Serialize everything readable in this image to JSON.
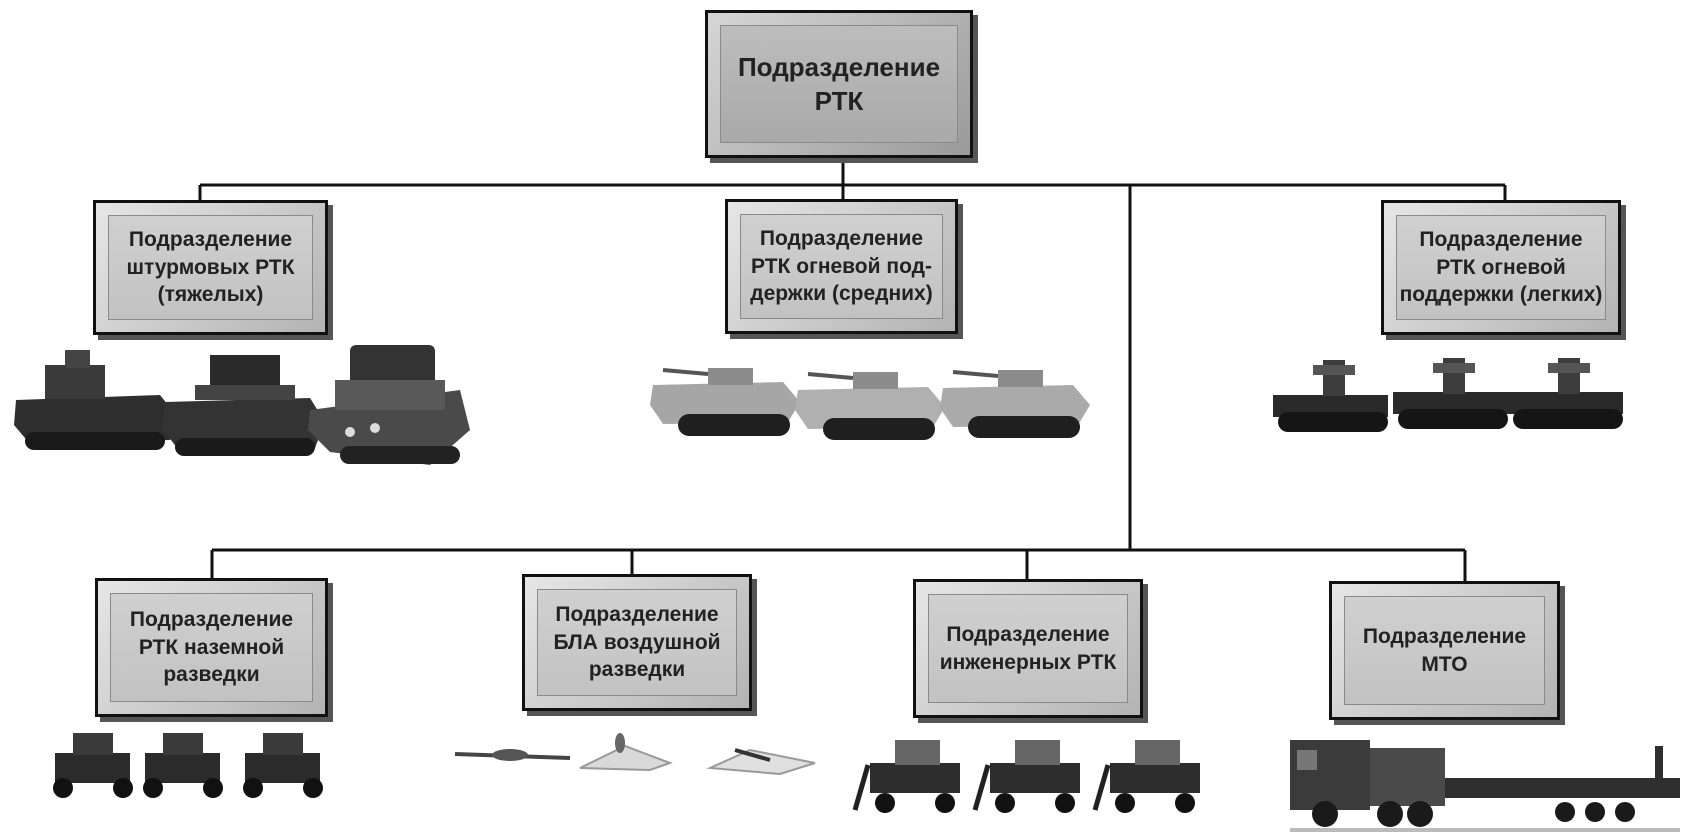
{
  "diagram": {
    "root": {
      "label": "Подразделение\nРТК"
    },
    "level1": [
      {
        "label": "Подразделение\nштурмовых РТК\n(тяжелых)"
      },
      {
        "label": "Подразделение\nРТК огневой под-\nдержки (средних)"
      },
      {
        "label": "Подразделение\nРТК огневой\nподдержки (легких)"
      }
    ],
    "level2": [
      {
        "label": "Подразделение\nРТК наземной\nразведки"
      },
      {
        "label": "Подразделение\nБЛА воздушной\nразведки"
      },
      {
        "label": "Подразделение\nинженерных РТК"
      },
      {
        "label": "Подразделение\nМТО"
      }
    ]
  },
  "illustrations": [
    {
      "icon": "heavy-assault-robot-icon",
      "count": 3
    },
    {
      "icon": "medium-fire-support-robot-icon",
      "count": 3
    },
    {
      "icon": "light-fire-support-robot-icon",
      "count": 3
    },
    {
      "icon": "ground-recon-robot-icon",
      "count": 3
    },
    {
      "icon": "uav-icon",
      "count": 3
    },
    {
      "icon": "engineering-robot-icon",
      "count": 3
    },
    {
      "icon": "transporter-truck-icon",
      "count": 1
    }
  ]
}
